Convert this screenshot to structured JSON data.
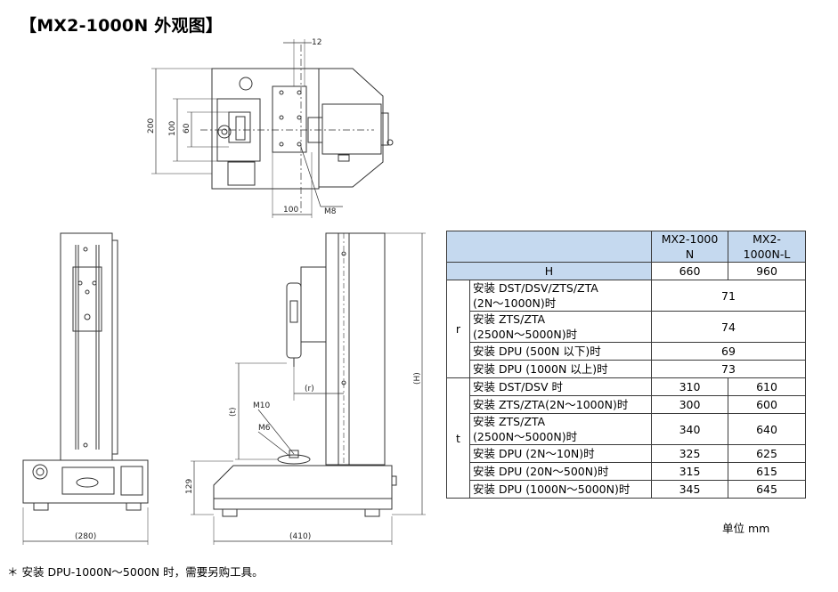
{
  "page": {
    "title": "【MX2-1000N 外观图】",
    "unit": "单位 mm",
    "note": "＊ 安装 DPU-1000N～5000N 时，需要另购工具。"
  },
  "drawing": {
    "top_view": {
      "dim_12": "12",
      "dim_200": "200",
      "dim_100": "100",
      "dim_60": "60",
      "dim_100_bottom": "100",
      "dim_m8": "M8"
    },
    "front_view": {
      "dim_280": "(280)"
    },
    "side_view": {
      "dim_H": "(H)",
      "dim_r": "(r)",
      "dim_t": "(t)",
      "dim_m10": "M10",
      "dim_m6": "M6",
      "dim_129": "129",
      "dim_410": "(410)"
    }
  },
  "table": {
    "header": {
      "col1": "MX2-1000\nN",
      "col2": "MX2-\n1000N-L"
    },
    "h_row": {
      "label": "H",
      "v1": "660",
      "v2": "960"
    },
    "r_group": {
      "label": "r",
      "rows": [
        {
          "label": "安装 DST/DSV/ZTS/ZTA\n(2N～1000N)时",
          "value": "71"
        },
        {
          "label": "安装 ZTS/ZTA\n(2500N～5000N)时",
          "value": "74"
        },
        {
          "label": "安装 DPU (500N 以下)时",
          "value": "69"
        },
        {
          "label": "安装 DPU (1000N 以上)时",
          "value": "73"
        }
      ]
    },
    "t_group": {
      "label": "t",
      "rows": [
        {
          "label": "安装 DST/DSV 时",
          "v1": "310",
          "v2": "610"
        },
        {
          "label": "安装 ZTS/ZTA(2N～1000N)时",
          "v1": "300",
          "v2": "600"
        },
        {
          "label": "安装 ZTS/ZTA\n(2500N～5000N)时",
          "v1": "340",
          "v2": "640"
        },
        {
          "label": "安装 DPU (2N～10N)时",
          "v1": "325",
          "v2": "625"
        },
        {
          "label": "安装 DPU (20N～500N)时",
          "v1": "315",
          "v2": "615"
        },
        {
          "label": "安装 DPU (1000N～5000N)时",
          "v1": "345",
          "v2": "645"
        }
      ]
    }
  }
}
